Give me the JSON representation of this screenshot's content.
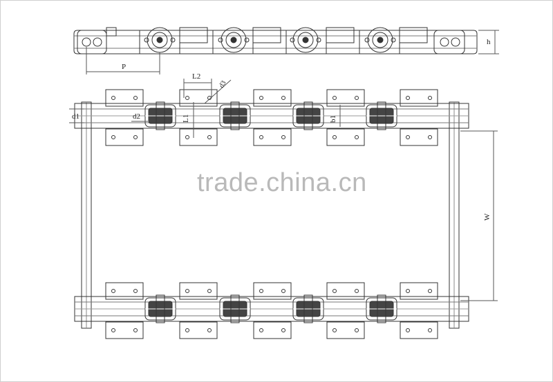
{
  "diagram": {
    "dimension_labels": {
      "pitch": "P",
      "h": "h",
      "L2": "L2",
      "d3": "d3",
      "d1": "d1",
      "d2": "d2",
      "L1": "L1",
      "b1": "b1",
      "W": "W"
    }
  },
  "watermark": {
    "text": "trade.china.cn"
  }
}
